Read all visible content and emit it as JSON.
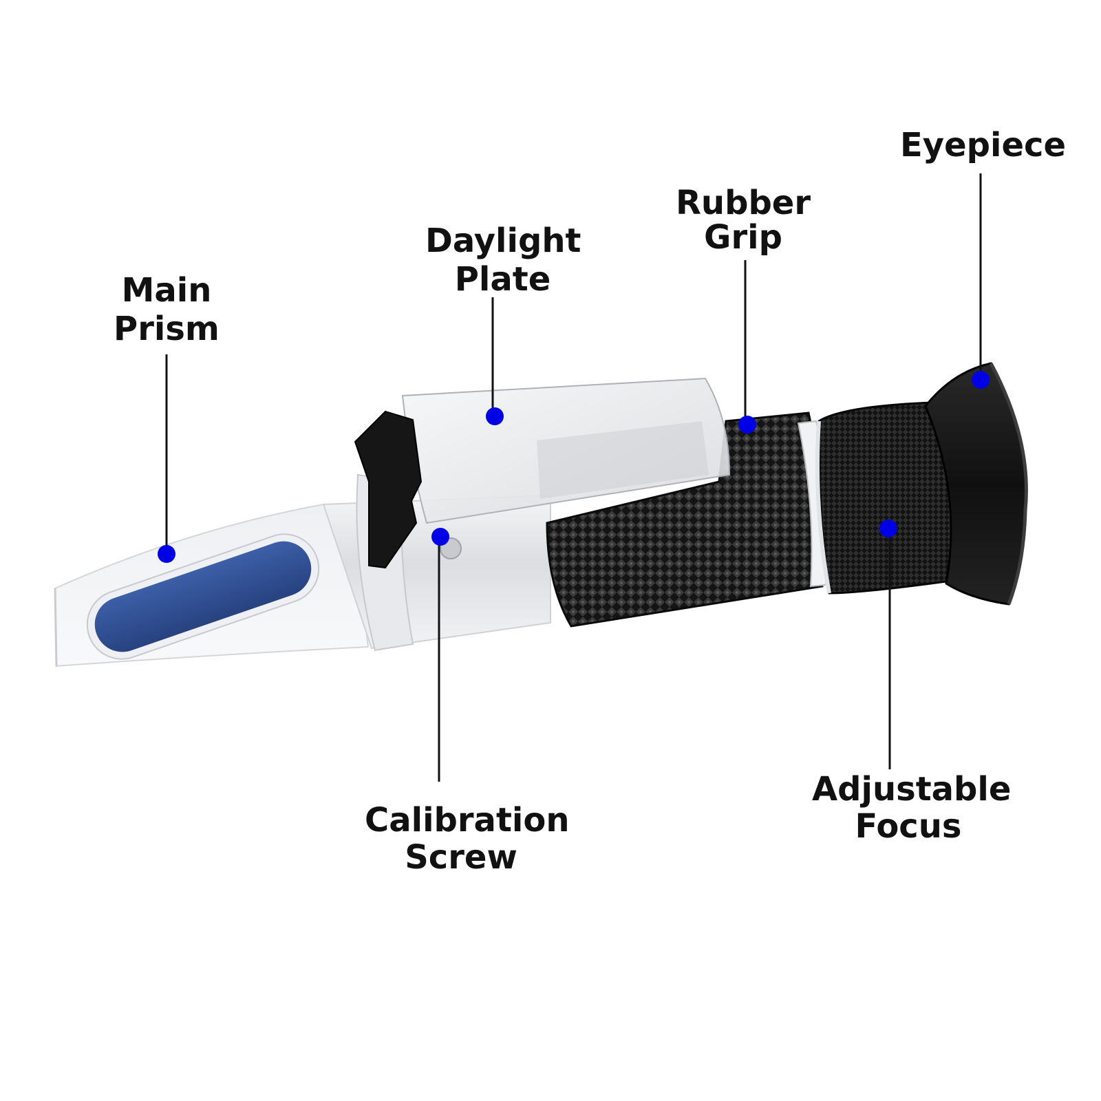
{
  "colors": {
    "background": "#ffffff",
    "marker": "#0000e6",
    "leader_line": "#111111",
    "label_text": "#111111",
    "prism_window": "#2f4f96",
    "metal_body": "#d9dadd",
    "rubber": "#151515"
  },
  "labels": {
    "main_prism": {
      "line1": "Main",
      "line2": "Prism"
    },
    "daylight_plate": {
      "line1": "Daylight",
      "line2": "Plate"
    },
    "rubber_grip": {
      "line1": "Rubber",
      "line2": "Grip"
    },
    "eyepiece": {
      "line1": "Eyepiece"
    },
    "calibration_screw": {
      "line1": "Calibration",
      "line2": "Screw"
    },
    "adjustable_focus": {
      "line1": "Adjustable",
      "line2": "Focus"
    }
  }
}
